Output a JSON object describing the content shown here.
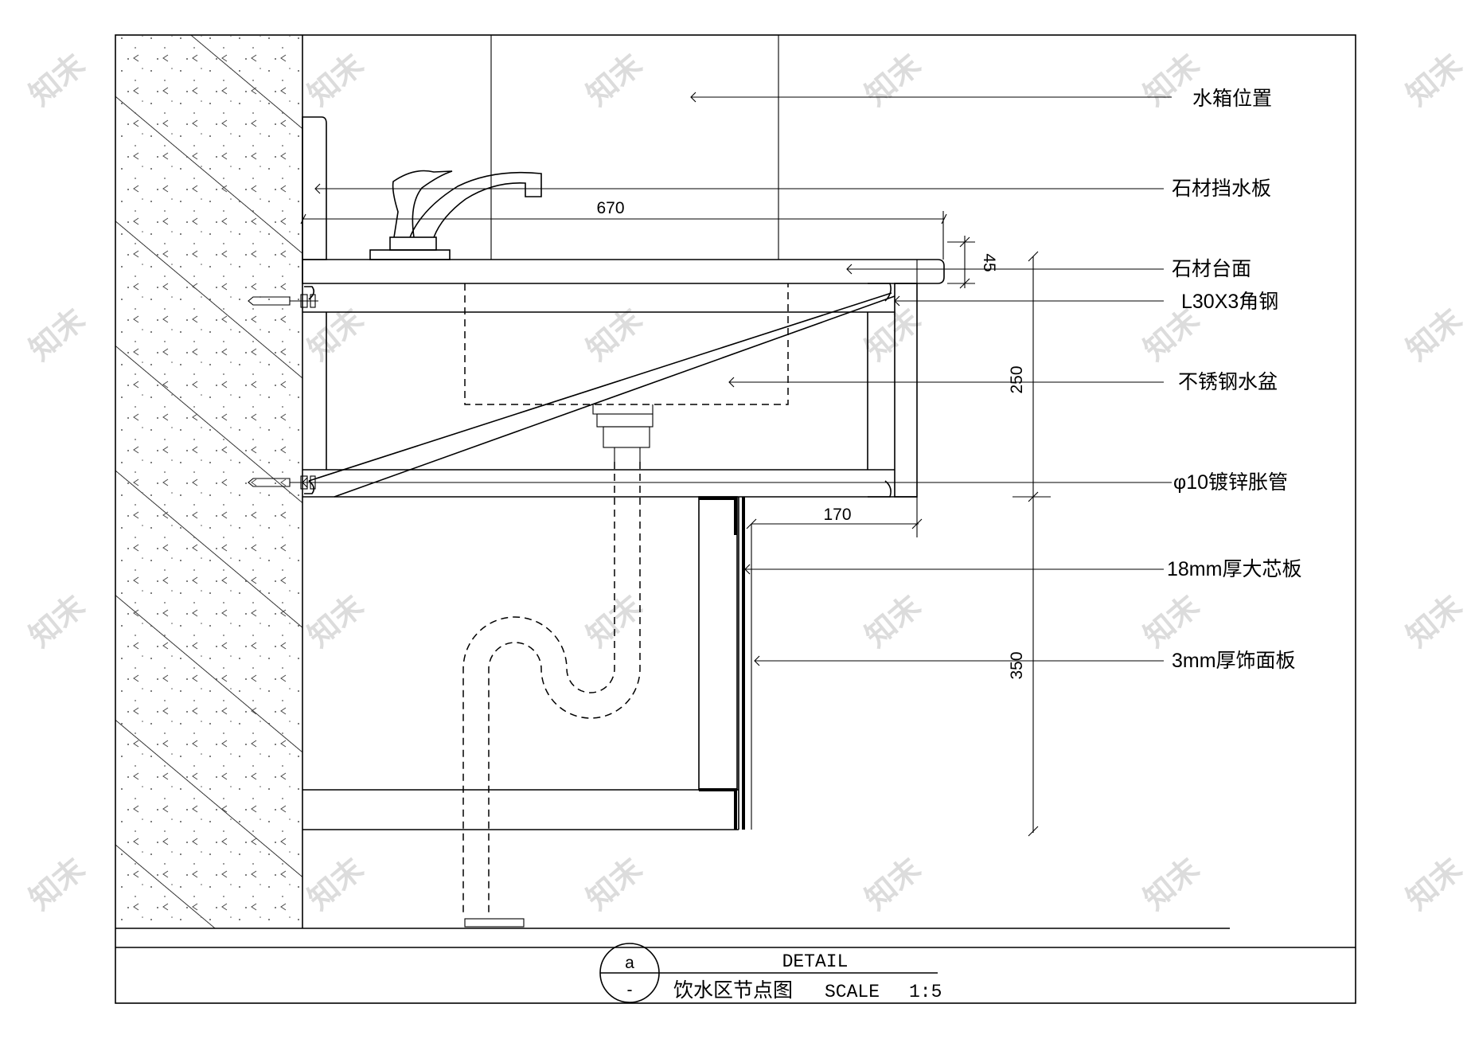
{
  "labels": {
    "water_tank": "水箱位置",
    "stone_splashback": "石材挡水板",
    "stone_countertop": "石材台面",
    "angle_steel": "L30X3角钢",
    "steel_basin": "不锈钢水盆",
    "expansion_bolt": "φ10镀锌胀管",
    "core_board": "18mm厚大芯板",
    "veneer_panel": "3mm厚饰面板"
  },
  "dimensions": {
    "counter_length": "670",
    "counter_thickness": "45",
    "upper_height": "250",
    "lower_height": "350",
    "panel_offset": "170"
  },
  "title_block": {
    "mark_top": "a",
    "mark_bottom": "-",
    "heading": "DETAIL",
    "name": "饮水区节点图",
    "scale_label": "SCALE",
    "scale_value": "1:5"
  },
  "watermark": "知末"
}
